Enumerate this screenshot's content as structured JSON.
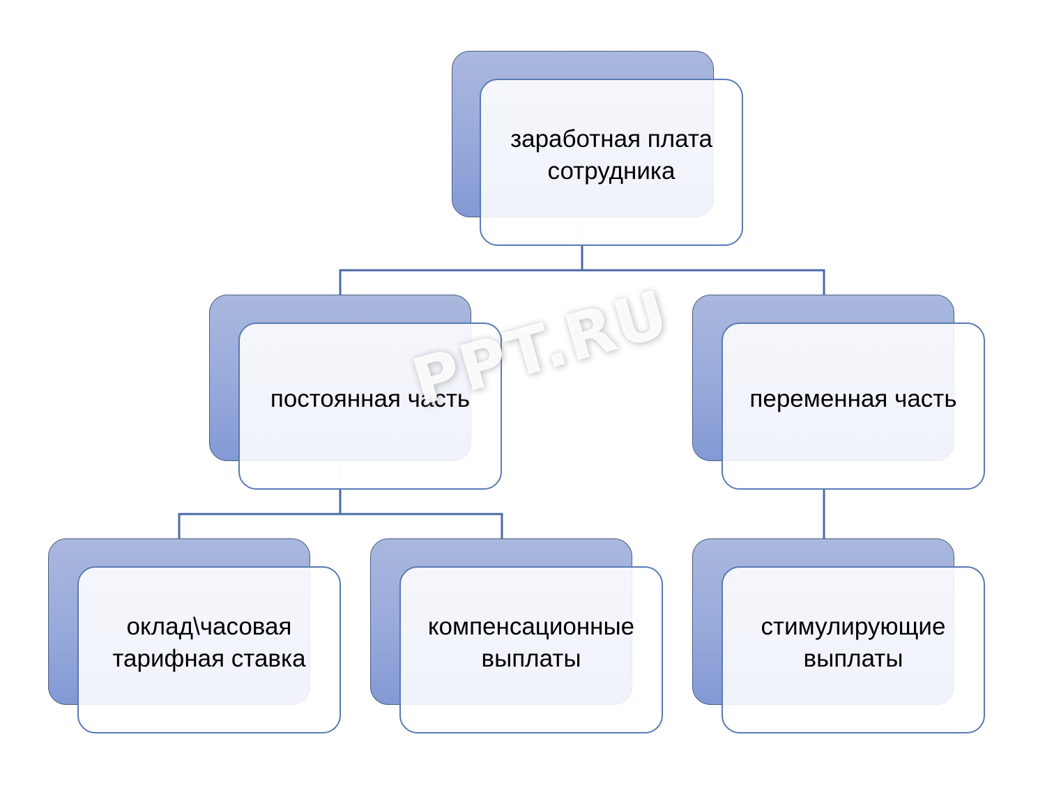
{
  "diagram": {
    "type": "hierarchy",
    "colors": {
      "back_top": "#aab8de",
      "back_bottom": "#8299d4",
      "front_fill": "#f4f6fb",
      "border": "#5a79b5",
      "connector": "#4a6aa8",
      "text": "#000000"
    },
    "nodes": [
      {
        "id": "root",
        "label": "заработная плата\nсотрудника",
        "level": 0
      },
      {
        "id": "fixed",
        "label": "постоянная часть",
        "level": 1,
        "parent": "root"
      },
      {
        "id": "variable",
        "label": "переменная часть",
        "level": 1,
        "parent": "root"
      },
      {
        "id": "salary",
        "label": "оклад\\часовая\nтарифная ставка",
        "level": 2,
        "parent": "fixed"
      },
      {
        "id": "compensation",
        "label": "компенсационные\nвыплаты",
        "level": 2,
        "parent": "fixed"
      },
      {
        "id": "incentive",
        "label": "стимулирующие\nвыплаты",
        "level": 2,
        "parent": "variable"
      }
    ],
    "edges": [
      [
        "root",
        "fixed"
      ],
      [
        "root",
        "variable"
      ],
      [
        "fixed",
        "salary"
      ],
      [
        "fixed",
        "compensation"
      ],
      [
        "variable",
        "incentive"
      ]
    ]
  },
  "watermark": "PPT.RU"
}
